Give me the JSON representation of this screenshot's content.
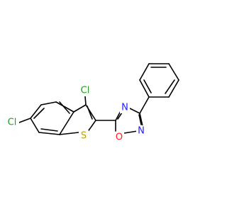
{
  "molecule": {
    "atoms": {
      "cl_top": "Cl",
      "cl_left": "Cl",
      "sulfur": "S",
      "n_top": "N",
      "n_bottom": "N",
      "oxygen": "O"
    },
    "colors": {
      "chlorine": "#1fa01f",
      "sulfur": "#b8a100",
      "nitrogen": "#2020ff",
      "oxygen": "#ff1a1a",
      "bond": "#000000"
    }
  }
}
